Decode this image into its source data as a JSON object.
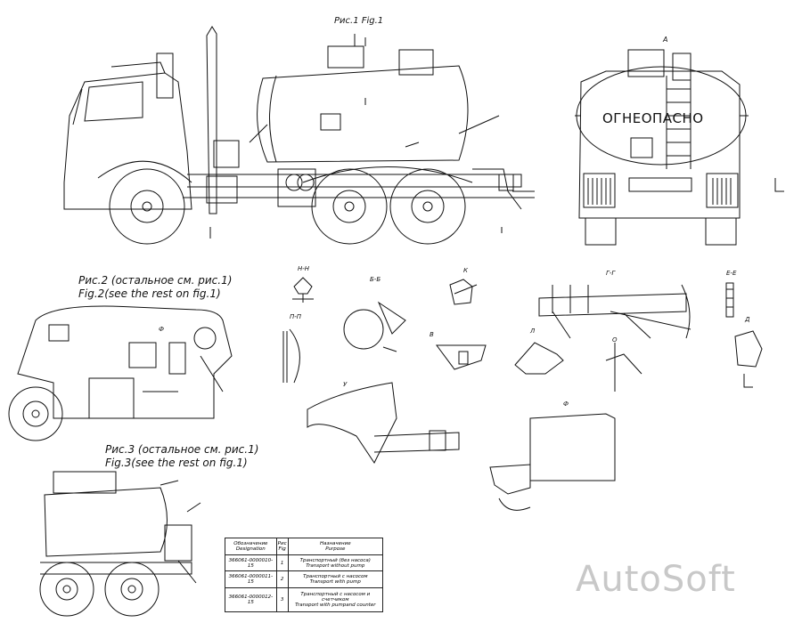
{
  "captions": {
    "fig1": "Рис.1  Fig.1",
    "fig2_ru": "Рис.2 (остальное см. рис.1)",
    "fig2_en": "Fig.2(see the rest on fig.1)",
    "fig3_ru": "Рис.3 (остальное см. рис.1)",
    "fig3_en": "Fig.3(see the rest on fig.1)"
  },
  "tank_label": "ОГНЕОПАСНО",
  "section_labels": {
    "a": "А",
    "nn": "Н-Н",
    "pp": "П-П",
    "bb": "Б-Б",
    "v": "В",
    "k": "К",
    "l": "Л",
    "gg": "Г-Г",
    "o": "О",
    "ee": "Е-Е",
    "d": "Д",
    "u": "У",
    "f": "Ф",
    "f_fig2": "Ф"
  },
  "table": {
    "headers": [
      {
        "ru": "Обозначение",
        "en": "Designation"
      },
      {
        "ru": "Рис",
        "en": "Fig"
      },
      {
        "ru": "Назначение",
        "en": "Purpose"
      }
    ],
    "rows": [
      {
        "code": "366061-0000010-15",
        "fig": "1",
        "ru": "Транспортный (без насоса)",
        "en": "Transport without pump"
      },
      {
        "code": "366061-0000011-15",
        "fig": "2",
        "ru": "Транспортный с насосом",
        "en": "Transport with pump"
      },
      {
        "code": "366061-0000012-15",
        "fig": "3",
        "ru": "Транспортный с насосом и счетчиком",
        "en": "Transport with pumpand counter"
      }
    ]
  },
  "watermark": "AutoSoft"
}
